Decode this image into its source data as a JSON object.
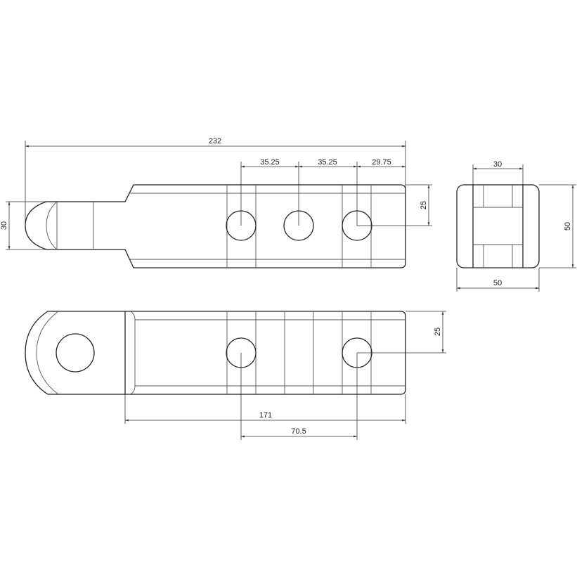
{
  "dimensions": {
    "overall_length": "232",
    "hole_pitch_1": "35.25",
    "hole_pitch_2": "35.25",
    "hole_to_end": "29.75",
    "top_half_width": "25",
    "neck_width": "30",
    "side_inner_width": "30",
    "side_width": "50",
    "side_height": "50",
    "front_half_width": "25",
    "body_length": "171",
    "hole_span": "70.5"
  }
}
